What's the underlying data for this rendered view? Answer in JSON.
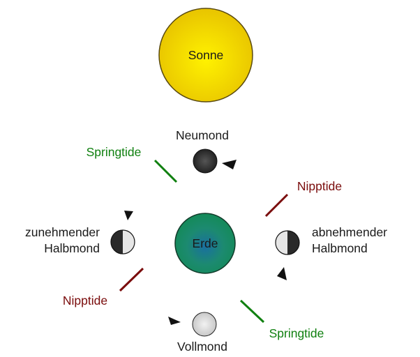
{
  "sun": {
    "label": "Sonne",
    "color": "#f5d000"
  },
  "earth": {
    "label": "Erde",
    "color": "#1f8a6a"
  },
  "moon_phases": {
    "new_moon": {
      "label": "Neumond"
    },
    "waxing_half_moon": {
      "label_line1": "zunehmender",
      "label_line2": "Halbmond"
    },
    "waning_half_moon": {
      "label_line1": "abnehmender",
      "label_line2": "Halbmond"
    },
    "full_moon": {
      "label": "Vollmond"
    }
  },
  "tides": {
    "spring_tide_top": {
      "label": "Springtide",
      "color": "#108010"
    },
    "spring_tide_bottom": {
      "label": "Springtide",
      "color": "#108010"
    },
    "neap_tide_right": {
      "label": "Nipptide",
      "color": "#7a0c0c"
    },
    "neap_tide_left": {
      "label": "Nipptide",
      "color": "#7a0c0c"
    }
  }
}
